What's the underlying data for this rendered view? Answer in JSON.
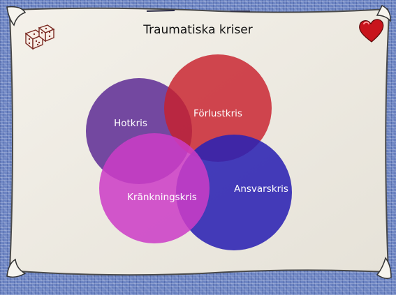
{
  "slide": {
    "title": "Traumatiska kriser"
  },
  "icons": {
    "top_left": "dice-icon",
    "top_right": "heart-icon"
  },
  "venn": {
    "sets": [
      {
        "label": "Hotkris",
        "color": "#6c3f9c"
      },
      {
        "label": "Förlustkris",
        "color": "#c8202c"
      },
      {
        "label": "Ansvarskris",
        "color": "#2b22b3"
      },
      {
        "label": "Kränkningskris",
        "color": "#cc3cc6"
      }
    ]
  },
  "colors": {
    "background": "#6e86c4",
    "paper": "#eeebe4"
  }
}
